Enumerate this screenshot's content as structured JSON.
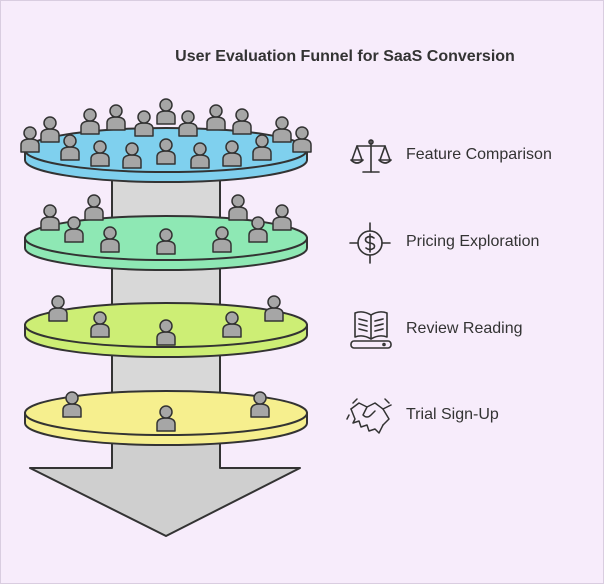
{
  "title": "User Evaluation Funnel for SaaS Conversion",
  "colors": {
    "background": "#f7ecfb",
    "stroke": "#333333",
    "pillar": "#d8d8d8",
    "arrow": "#cfcfcf",
    "person": "#a6a6a6"
  },
  "stages": [
    {
      "label": "Feature Comparison",
      "icon": "scale-icon",
      "color": "#7fd0ee"
    },
    {
      "label": "Pricing Exploration",
      "icon": "dollar-target-icon",
      "color": "#8ee8b4"
    },
    {
      "label": "Review Reading",
      "icon": "book-icon",
      "color": "#cdee75"
    },
    {
      "label": "Trial Sign-Up",
      "icon": "handshake-icon",
      "color": "#f6ef8e"
    }
  ]
}
